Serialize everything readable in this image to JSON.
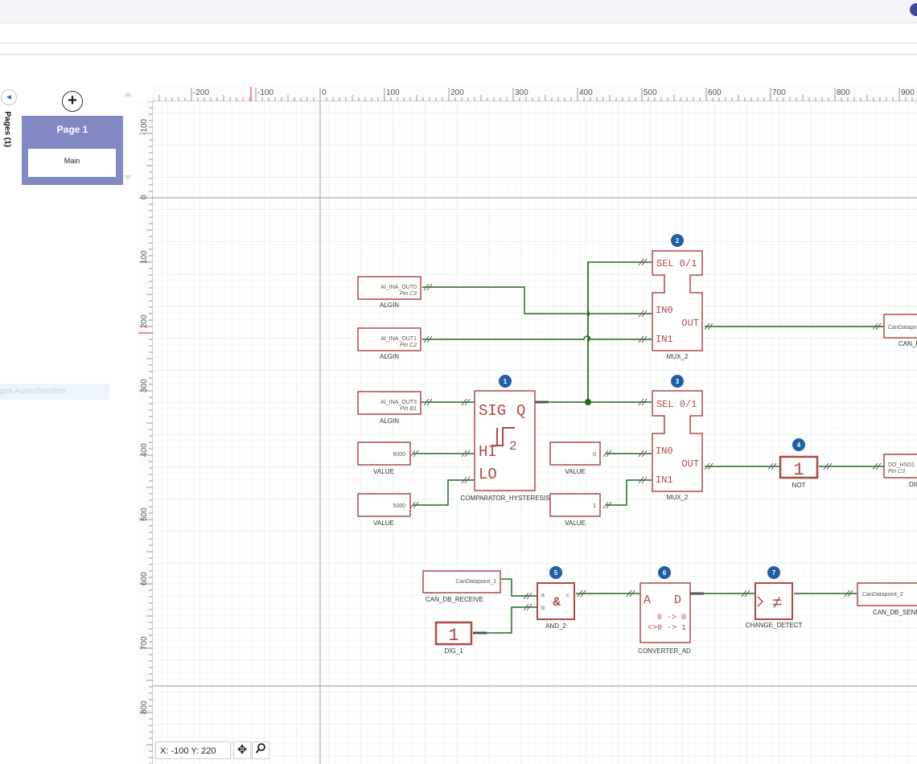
{
  "panel": {
    "title": "Pages (1)",
    "collapse_icon": "chevron-left-icon",
    "add_icon": "plus-circle-icon",
    "page_card": {
      "title": "Page 1",
      "name": "Main"
    },
    "ghost_menu_text": "ges Ausschneiden"
  },
  "rulers": {
    "x_ticks": [
      "-200",
      "-100",
      "0",
      "100",
      "200",
      "300",
      "400",
      "500",
      "600",
      "700",
      "800",
      "900"
    ],
    "y_ticks": [
      "-100",
      "0",
      "100",
      "200",
      "300",
      "400",
      "500",
      "600",
      "700",
      "800"
    ]
  },
  "blocks": {
    "algin0": {
      "signal": "AI_INA_OUT0",
      "pin": "Pin C3",
      "type": "ALGIN"
    },
    "algin1": {
      "signal": "AI_INA_OUT1",
      "pin": "Pin C2",
      "type": "ALGIN"
    },
    "algin3": {
      "signal": "AI_INA_OUT3",
      "pin": "Pin B1",
      "type": "ALGIN"
    },
    "value_6000": {
      "value": "6000",
      "type": "VALUE"
    },
    "value_5000": {
      "value": "5000",
      "type": "VALUE"
    },
    "value_0": {
      "value": "0",
      "type": "VALUE"
    },
    "value_1": {
      "value": "1",
      "type": "VALUE"
    },
    "comparator": {
      "sig": "SIG",
      "q": "Q",
      "hi": "HI",
      "lo": "LO",
      "sub": "2",
      "type": "COMPARATOR_HYSTERESIS",
      "badge": "1"
    },
    "mux_top": {
      "sel": "SEL 0/1",
      "in0": "IN0",
      "in1": "IN1",
      "out": "OUT",
      "type": "MUX_2",
      "badge": "2"
    },
    "mux_bottom": {
      "sel": "SEL 0/1",
      "in0": "IN0",
      "in1": "IN1",
      "out": "OUT",
      "type": "MUX_2",
      "badge": "3"
    },
    "not": {
      "symbol": "1",
      "type": "NOT",
      "badge": "4"
    },
    "can_out_top": {
      "signal": "CanDatapo",
      "type": "CAN_D"
    },
    "do_hsd1": {
      "signal": "DO_HSD1",
      "pin": "Pin C3",
      "type": "DIG"
    },
    "can_receive": {
      "signal": "CanDatapoint_1",
      "type": "CAN_DB_RECEIVE"
    },
    "dig1": {
      "symbol": "1",
      "type": "DIG_1"
    },
    "and2": {
      "a": "a",
      "b": "b",
      "c": "c",
      "symbol": "&",
      "type": "AND_2",
      "badge": "5"
    },
    "converter": {
      "a": "A",
      "d": "D",
      "row1": "0 -> 0",
      "row2": "<>0 -> 1",
      "type": "CONVERTER_AD",
      "badge": "6"
    },
    "change": {
      "symbol": "≠",
      "type": "CHANGE_DETECT",
      "badge": "7"
    },
    "can_send": {
      "signal": "CanDatapoint_2",
      "type": "CAN_DB_SEND"
    }
  },
  "status": {
    "coords": "X: -100 Y: 220",
    "pan_icon": "move-icon",
    "zoom_icon": "magnifier-icon"
  },
  "colors": {
    "block": "#b04848",
    "wire": "#1f6b1f",
    "badge": "#1f5fa8",
    "accent": "#3f4797"
  }
}
